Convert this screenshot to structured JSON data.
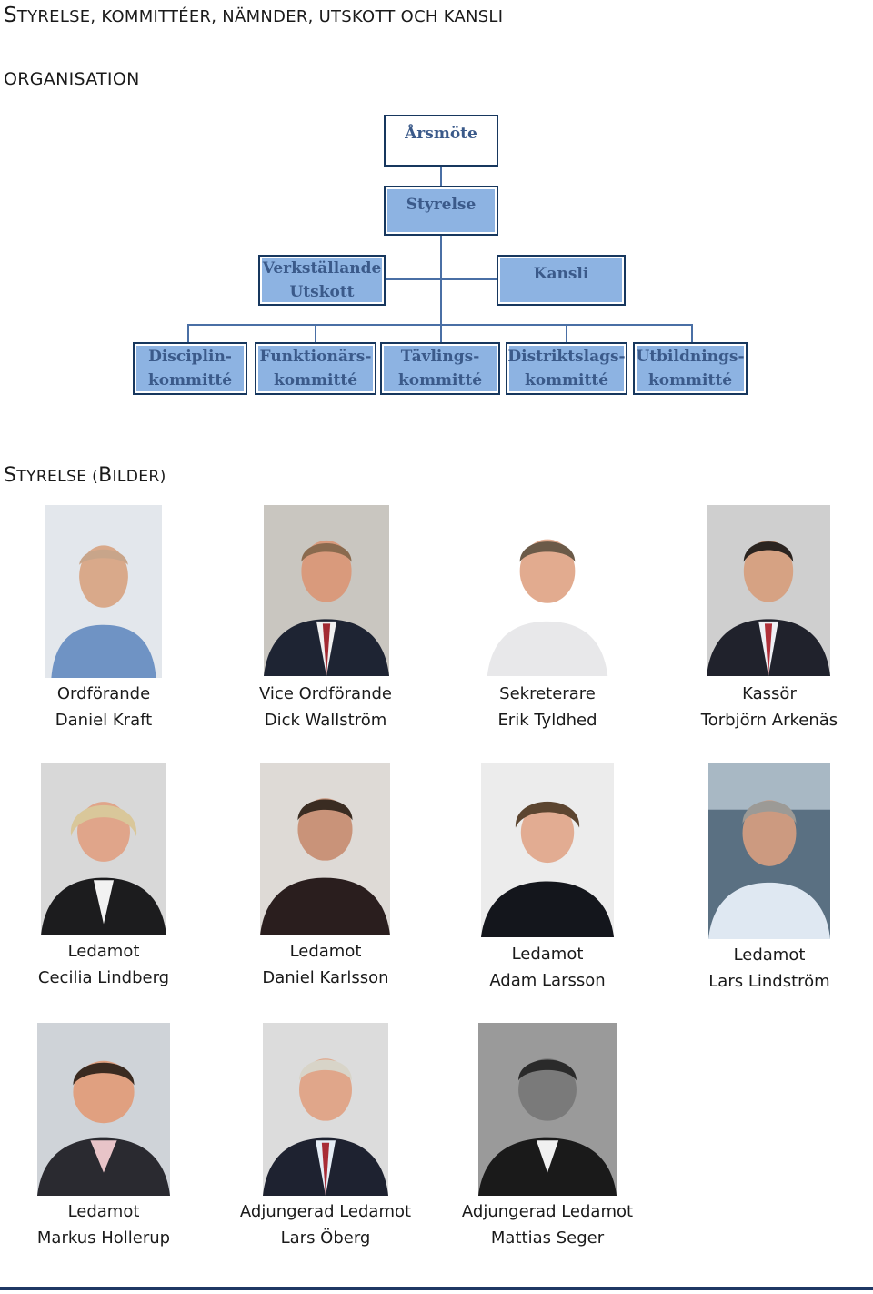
{
  "headings": {
    "main": {
      "first": "S",
      "rest": "TYRELSE, KOMMITTÉER, NÄMNDER, UTSKOTT OCH KANSLI"
    },
    "organisation": "ORGANISATION",
    "board": {
      "s1": "S",
      "r1": "TYRELSE (",
      "s2": "B",
      "r2": "ILDER)"
    }
  },
  "org_chart": {
    "arsmote": "Årsmöte",
    "styrelse": "Styrelse",
    "verkstallande": "Verkställande\nUtskott",
    "kansli": "Kansli",
    "committees": [
      "Disciplin-\nkommitté",
      "Funktionärs-\nkommitté",
      "Tävlings-\nkommitté",
      "Distriktslags-\nkommitté",
      "Utbildnings-\nkommitté"
    ],
    "colors": {
      "box_fill": "#8db3e2",
      "box_border": "#17375e",
      "box_text": "#3b5a8a",
      "connector": "#4a6fa5"
    }
  },
  "members": [
    {
      "role": "Ordförande",
      "name": "Daniel Kraft",
      "photo": "portrait-photo"
    },
    {
      "role": "Vice Ordförande",
      "name": "Dick Wallström",
      "photo": "portrait-photo"
    },
    {
      "role": "Sekreterare",
      "name": "Erik Tyldhed",
      "photo": "portrait-photo"
    },
    {
      "role": "Kassör",
      "name": "Torbjörn Arkenäs",
      "photo": "portrait-photo"
    },
    {
      "role": "Ledamot",
      "name": "Cecilia Lindberg",
      "photo": "portrait-photo"
    },
    {
      "role": "Ledamot",
      "name": "Daniel Karlsson",
      "photo": "portrait-photo"
    },
    {
      "role": "Ledamot",
      "name": "Adam Larsson",
      "photo": "portrait-photo"
    },
    {
      "role": "Ledamot",
      "name": "Lars Lindström",
      "photo": "portrait-photo"
    },
    {
      "role": "Ledamot",
      "name": "Markus Hollerup",
      "photo": "portrait-photo"
    },
    {
      "role": "Adjungerad Ledamot",
      "name": "Lars Öberg",
      "photo": "portrait-photo"
    },
    {
      "role": "Adjungerad Ledamot",
      "name": "Mattias Seger",
      "photo": "portrait-photo"
    }
  ]
}
